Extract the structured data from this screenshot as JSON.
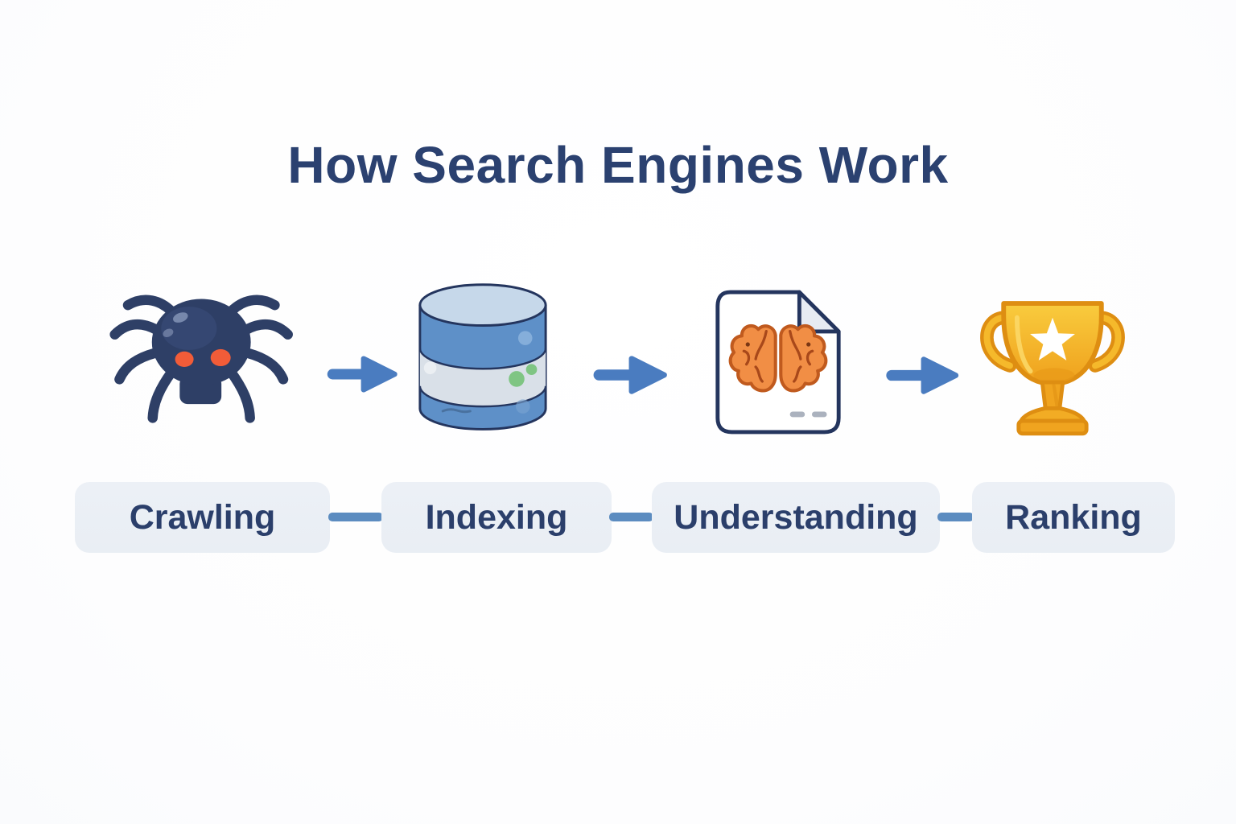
{
  "title": "How Search Engines Work",
  "steps": [
    {
      "label": "Crawling",
      "icon": "spider-crawler-icon"
    },
    {
      "label": "Indexing",
      "icon": "database-icon"
    },
    {
      "label": "Understanding",
      "icon": "document-brain-icon"
    },
    {
      "label": "Ranking",
      "icon": "trophy-icon"
    }
  ],
  "colors": {
    "background": "#FDFDFE",
    "title": "#2B4170",
    "label_text": "#2B3F6B",
    "label_box": "#E9EEF4",
    "arrow": "#4A7CC0",
    "connector": "#5C8CC0",
    "spider_body": "#2E3F66",
    "spider_eyes": "#F25C38",
    "database_blue": "#5E90C8",
    "database_top": "#C6D8EA",
    "database_band": "#D9E0E8",
    "database_green_dot": "#7FC583",
    "outline_navy": "#24355E",
    "brain_orange": "#F18E45",
    "brain_outline": "#C05A1E",
    "trophy_gold": "#F7C231",
    "trophy_outline": "#DE8E12"
  }
}
